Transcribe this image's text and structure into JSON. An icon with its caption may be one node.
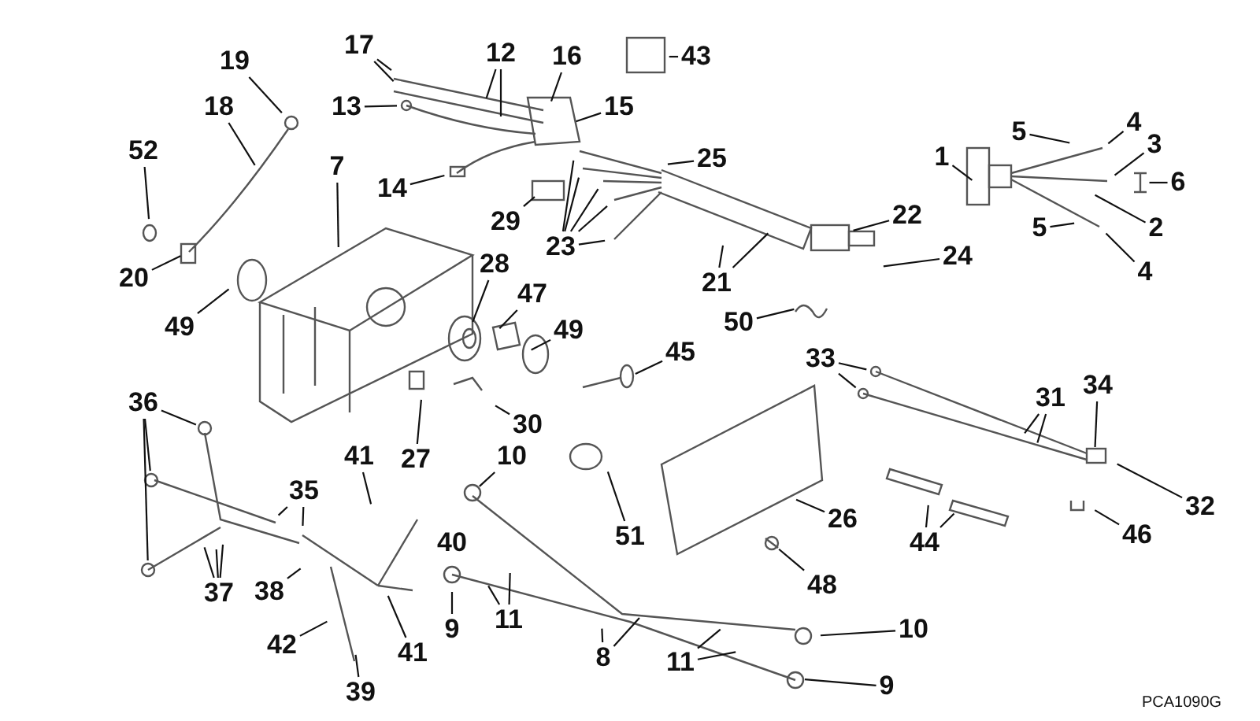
{
  "diagram": {
    "nodes": [
      {
        "text": [
          "17"
        ]
      },
      {
        "text": [
          "12"
        ]
      },
      {
        "text": [
          "16"
        ]
      },
      {
        "text": [
          "19"
        ]
      },
      {
        "text": [
          "43"
        ]
      },
      {
        "text": [
          "13"
        ]
      },
      {
        "text": [
          "18"
        ]
      },
      {
        "text": [
          "15"
        ]
      },
      {
        "text": [
          "4"
        ]
      },
      {
        "text": [
          "5"
        ]
      },
      {
        "text": [
          "3"
        ]
      },
      {
        "text": [
          "52"
        ]
      },
      {
        "text": [
          "1"
        ]
      },
      {
        "text": [
          "25"
        ]
      },
      {
        "text": [
          "7"
        ]
      },
      {
        "text": [
          "6"
        ]
      },
      {
        "text": [
          "14"
        ]
      },
      {
        "text": [
          "22"
        ]
      },
      {
        "text": [
          "29"
        ]
      },
      {
        "text": [
          "2"
        ]
      },
      {
        "text": [
          "5"
        ]
      },
      {
        "text": [
          "23"
        ]
      },
      {
        "text": [
          "24"
        ]
      },
      {
        "text": [
          "28"
        ]
      },
      {
        "text": [
          "4"
        ]
      },
      {
        "text": [
          "20"
        ]
      },
      {
        "text": [
          "21"
        ]
      },
      {
        "text": [
          "47"
        ]
      },
      {
        "text": [
          "50"
        ]
      },
      {
        "text": [
          "49"
        ]
      },
      {
        "text": [
          "49"
        ]
      },
      {
        "text": [
          "45"
        ]
      },
      {
        "text": [
          "33"
        ]
      },
      {
        "text": [
          "34"
        ]
      },
      {
        "text": [
          "31"
        ]
      },
      {
        "text": [
          "36"
        ]
      },
      {
        "text": [
          "30"
        ]
      },
      {
        "text": [
          "41"
        ]
      },
      {
        "text": [
          "10"
        ]
      },
      {
        "text": [
          "27"
        ]
      },
      {
        "text": [
          "35"
        ]
      },
      {
        "text": [
          "32"
        ]
      },
      {
        "text": [
          "26"
        ]
      },
      {
        "text": [
          "46"
        ]
      },
      {
        "text": [
          "51"
        ]
      },
      {
        "text": [
          "44"
        ]
      },
      {
        "text": [
          "38"
        ]
      },
      {
        "text": [
          "37"
        ]
      },
      {
        "text": [
          "48"
        ]
      },
      {
        "text": [
          "11"
        ]
      },
      {
        "text": [
          "10"
        ]
      },
      {
        "text": [
          "9"
        ]
      },
      {
        "text": [
          "42"
        ]
      },
      {
        "text": [
          "41"
        ]
      },
      {
        "text": [
          "11"
        ]
      },
      {
        "text": [
          "8"
        ]
      },
      {
        "text": [
          "9"
        ]
      },
      {
        "text": [
          "39"
        ]
      }
    ],
    "edges": [
      {
        "from": 0,
        "to": null,
        "arrow": "none"
      },
      {
        "from": 0,
        "to": null,
        "arrow": "none"
      },
      {
        "from": 1,
        "to": null,
        "arrow": "none"
      },
      {
        "from": 1,
        "to": null,
        "arrow": "none"
      },
      {
        "from": 2,
        "to": null,
        "arrow": "none"
      },
      {
        "from": 3,
        "to": null,
        "arrow": "none"
      },
      {
        "from": 4,
        "to": null,
        "arrow": "none"
      },
      {
        "from": 5,
        "to": null,
        "arrow": "none"
      },
      {
        "from": 6,
        "to": null,
        "arrow": "none"
      },
      {
        "from": 7,
        "to": null,
        "arrow": "none"
      },
      {
        "from": 8,
        "to": null,
        "arrow": "none"
      },
      {
        "from": 9,
        "to": null,
        "arrow": "none"
      },
      {
        "from": 10,
        "to": null,
        "arrow": "none"
      },
      {
        "from": 11,
        "to": null,
        "arrow": "none"
      },
      {
        "from": 12,
        "to": null,
        "arrow": "none"
      },
      {
        "from": 13,
        "to": null,
        "arrow": "none"
      },
      {
        "from": 14,
        "to": null,
        "arrow": "none"
      },
      {
        "from": 15,
        "to": null,
        "arrow": "none"
      },
      {
        "from": 16,
        "to": null,
        "arrow": "none"
      },
      {
        "from": 17,
        "to": null,
        "arrow": "none"
      },
      {
        "from": 18,
        "to": null,
        "arrow": "none"
      },
      {
        "from": 19,
        "to": null,
        "arrow": "none"
      },
      {
        "from": 20,
        "to": null,
        "arrow": "none"
      },
      {
        "from": 21,
        "to": null,
        "arrow": "none"
      },
      {
        "from": 21,
        "to": null,
        "arrow": "none"
      },
      {
        "from": 21,
        "to": null,
        "arrow": "none"
      },
      {
        "from": 21,
        "to": null,
        "arrow": "none"
      },
      {
        "from": 21,
        "to": null,
        "arrow": "none"
      },
      {
        "from": 22,
        "to": null,
        "arrow": "none"
      },
      {
        "from": 23,
        "to": null,
        "arrow": "none"
      },
      {
        "from": 24,
        "to": null,
        "arrow": "none"
      },
      {
        "from": 25,
        "to": null,
        "arrow": "none"
      },
      {
        "from": 26,
        "to": null,
        "arrow": "none"
      },
      {
        "from": 26,
        "to": null,
        "arrow": "none"
      },
      {
        "from": 27,
        "to": null,
        "arrow": "none"
      },
      {
        "from": 28,
        "to": null,
        "arrow": "none"
      },
      {
        "from": 29,
        "to": null,
        "arrow": "none"
      },
      {
        "from": 30,
        "to": null,
        "arrow": "none"
      },
      {
        "from": 31,
        "to": null,
        "arrow": "none"
      },
      {
        "from": 32,
        "to": null,
        "arrow": "none"
      },
      {
        "from": 32,
        "to": null,
        "arrow": "none"
      },
      {
        "from": 33,
        "to": null,
        "arrow": "none"
      },
      {
        "from": 34,
        "to": null,
        "arrow": "none"
      },
      {
        "from": 34,
        "to": null,
        "arrow": "none"
      },
      {
        "from": 35,
        "to": null,
        "arrow": "none"
      },
      {
        "from": 35,
        "to": null,
        "arrow": "none"
      },
      {
        "from": 35,
        "to": null,
        "arrow": "none"
      },
      {
        "from": 36,
        "to": null,
        "arrow": "none"
      },
      {
        "from": 37,
        "to": null,
        "arrow": "none"
      },
      {
        "from": 38,
        "to": null,
        "arrow": "none"
      },
      {
        "from": 39,
        "to": null,
        "arrow": "none"
      },
      {
        "from": 40,
        "to": null,
        "arrow": "none"
      },
      {
        "from": 40,
        "to": null,
        "arrow": "none"
      },
      {
        "from": 41,
        "to": null,
        "arrow": "none"
      },
      {
        "from": 42,
        "to": null,
        "arrow": "none"
      },
      {
        "from": 43,
        "to": null,
        "arrow": "none"
      },
      {
        "from": 44,
        "to": null,
        "arrow": "none"
      },
      {
        "from": 45,
        "to": null,
        "arrow": "none"
      },
      {
        "from": 45,
        "to": null,
        "arrow": "none"
      },
      {
        "from": 46,
        "to": null,
        "arrow": "none"
      },
      {
        "from": 47,
        "to": null,
        "arrow": "none"
      },
      {
        "from": 47,
        "to": null,
        "arrow": "none"
      },
      {
        "from": 47,
        "to": null,
        "arrow": "none"
      },
      {
        "from": 48,
        "to": null,
        "arrow": "none"
      },
      {
        "from": 49,
        "to": null,
        "arrow": "none"
      },
      {
        "from": 49,
        "to": null,
        "arrow": "none"
      },
      {
        "from": 50,
        "to": null,
        "arrow": "none"
      },
      {
        "from": 51,
        "to": null,
        "arrow": "none"
      },
      {
        "from": 52,
        "to": null,
        "arrow": "none"
      },
      {
        "from": 53,
        "to": null,
        "arrow": "none"
      },
      {
        "from": 54,
        "to": null,
        "arrow": "none"
      },
      {
        "from": 54,
        "to": null,
        "arrow": "none"
      },
      {
        "from": 55,
        "to": null,
        "arrow": "none"
      },
      {
        "from": 55,
        "to": null,
        "arrow": "none"
      },
      {
        "from": 56,
        "to": null,
        "arrow": "none"
      },
      {
        "from": 57,
        "to": null,
        "arrow": "none"
      }
    ],
    "labels": [
      "40",
      "PCA1090G"
    ]
  }
}
